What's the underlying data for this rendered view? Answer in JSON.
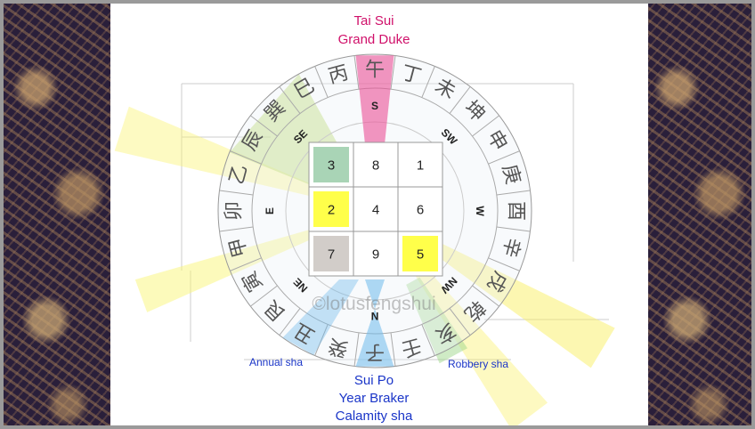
{
  "top_labels": {
    "line1": "Tai Sui",
    "line2": "Grand Duke",
    "color": "#d0106a"
  },
  "bottom_labels": {
    "line1": "Sui Po",
    "line2": "Year Braker",
    "line3": "Calamity sha",
    "color": "#1a35c8"
  },
  "side_labels": {
    "annual": "Annual sha",
    "robbery": "Robbery sha"
  },
  "watermark": "©lotusfengshui",
  "directions": [
    {
      "t": "S",
      "b": 180
    },
    {
      "t": "SW",
      "b": 225
    },
    {
      "t": "W",
      "b": 270
    },
    {
      "t": "NW",
      "b": 315
    },
    {
      "t": "N",
      "b": 0
    },
    {
      "t": "NE",
      "b": 45
    },
    {
      "t": "E",
      "b": 90
    },
    {
      "t": "SE",
      "b": 135
    }
  ],
  "mountains": [
    "子",
    "癸",
    "丑",
    "艮",
    "寅",
    "甲",
    "卯",
    "乙",
    "辰",
    "巽",
    "巳",
    "丙",
    "午",
    "丁",
    "未",
    "坤",
    "申",
    "庚",
    "酉",
    "辛",
    "戌",
    "乾",
    "亥",
    "壬"
  ],
  "grid": [
    [
      {
        "n": "3",
        "c": "#a9d4b6"
      },
      {
        "n": "8",
        "c": ""
      },
      {
        "n": "1",
        "c": ""
      }
    ],
    [
      {
        "n": "2",
        "c": "#ffff4a"
      },
      {
        "n": "4",
        "c": ""
      },
      {
        "n": "6",
        "c": ""
      }
    ],
    [
      {
        "n": "7",
        "c": "#d2cdc9"
      },
      {
        "n": "9",
        "c": ""
      },
      {
        "n": "5",
        "c": "#ffff4a"
      }
    ]
  ]
}
